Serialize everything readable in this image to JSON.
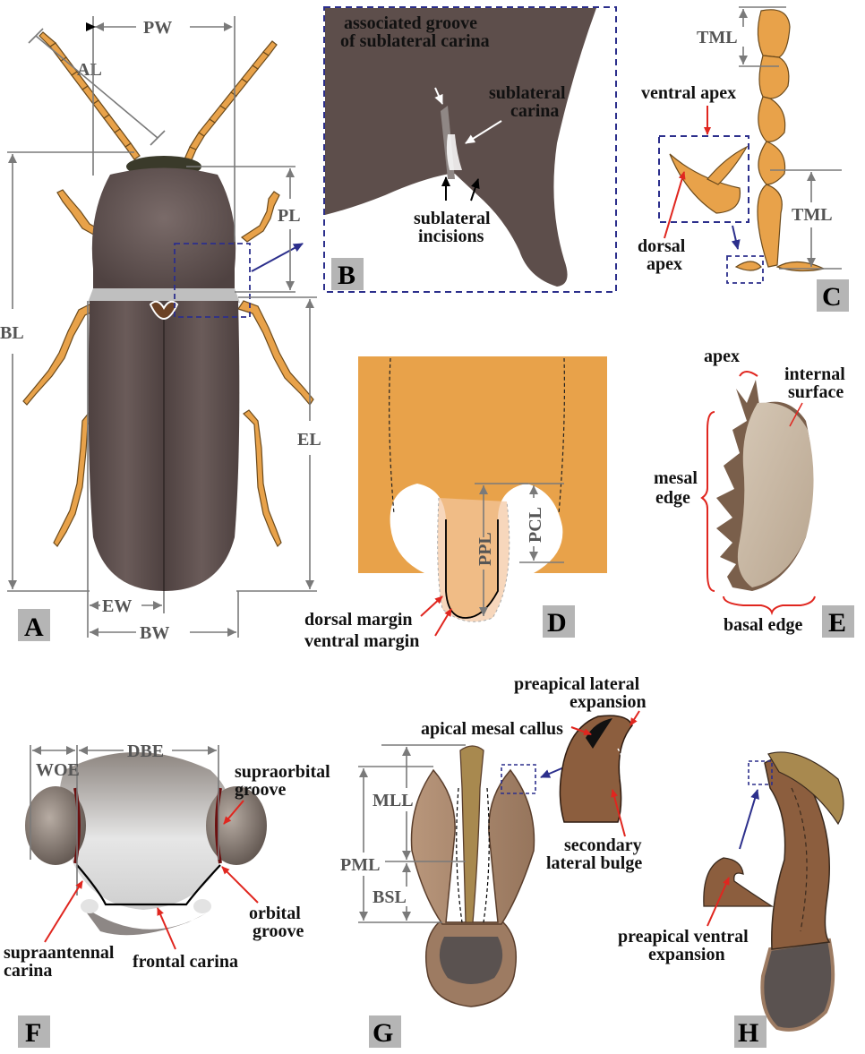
{
  "panels": {
    "A": {
      "letter": "A",
      "measurements": {
        "al": "AL",
        "pw": "PW",
        "pl": "PL",
        "bl": "BL",
        "el": "EL",
        "ew": "EW",
        "bw": "BW"
      }
    },
    "B": {
      "letter": "B",
      "labels": {
        "groove_line1": "associated groove",
        "groove_line2": "of sublateral carina",
        "carina_line1": "sublateral",
        "carina_line2": "carina",
        "incisions_line1": "sublateral",
        "incisions_line2": "incisions"
      }
    },
    "C": {
      "letter": "C",
      "labels": {
        "tml_top": "TML",
        "tml_bottom": "TML",
        "ventral_apex": "ventral apex",
        "dorsal_line1": "dorsal",
        "dorsal_line2": "apex"
      }
    },
    "D": {
      "letter": "D",
      "labels": {
        "ppl": "PPL",
        "pcl": "PCL",
        "dorsal_margin": "dorsal margin",
        "ventral_margin": "ventral margin"
      }
    },
    "E": {
      "letter": "E",
      "labels": {
        "apex": "apex",
        "internal_line1": "internal",
        "internal_line2": "surface",
        "mesal_line1": "mesal",
        "mesal_line2": "edge",
        "basal_edge": "basal edge"
      }
    },
    "F": {
      "letter": "F",
      "labels": {
        "woe": "WOE",
        "dbe": "DBE",
        "supraorbital_line1": "supraorbital",
        "supraorbital_line2": "groove",
        "orbital_line1": "orbital",
        "orbital_line2": "groove",
        "supraantennal_line1": "supraantennal",
        "supraantennal_line2": "carina",
        "frontal_carina": "frontal carina"
      }
    },
    "G": {
      "letter": "G",
      "labels": {
        "mll": "MLL",
        "pml": "PML",
        "bsl": "BSL",
        "apical_mesal_callus": "apical mesal callus",
        "preapical_lateral_line1": "preapical lateral",
        "preapical_lateral_line2": "expansion",
        "secondary_line1": "secondary",
        "secondary_line2": "lateral bulge"
      }
    },
    "H": {
      "letter": "H",
      "labels": {
        "preapical_ventral_line1": "preapical ventral",
        "preapical_ventral_line2": "expansion"
      }
    }
  },
  "colors": {
    "body": "#5d4e4b",
    "leg": "#e8a24a",
    "pointer_red": "#e0261f",
    "pointer_blue": "#2c2f8c",
    "aedeagus": "#9d7b62"
  }
}
